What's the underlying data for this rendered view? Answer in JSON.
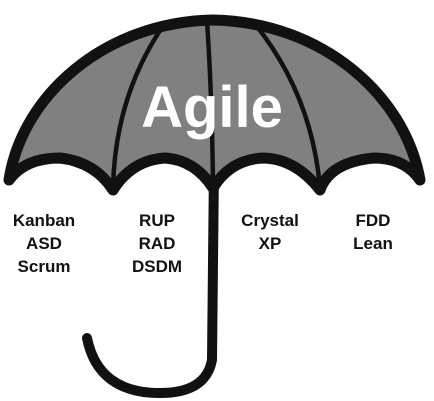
{
  "title": "Agile",
  "colors": {
    "canopy_fill": "#808080",
    "outline": "#111111",
    "title_text": "#ffffff"
  },
  "groups": [
    {
      "lines": [
        "Kanban",
        "ASD",
        "Scrum"
      ]
    },
    {
      "lines": [
        "RUP",
        "RAD",
        "DSDM"
      ]
    },
    {
      "lines": [
        "Crystal",
        "XP"
      ]
    },
    {
      "lines": [
        "FDD",
        "Lean"
      ]
    }
  ]
}
